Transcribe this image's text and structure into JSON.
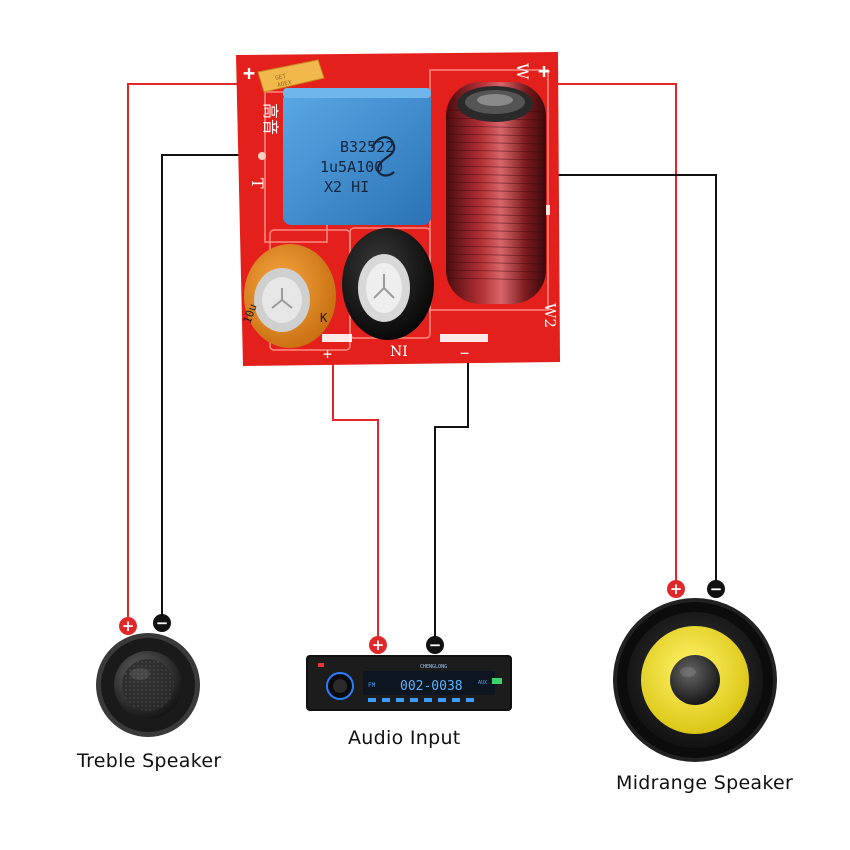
{
  "labels": {
    "treble": "Treble Speaker",
    "audio": "Audio Input",
    "midrange": "Midrange Speaker"
  },
  "board": {
    "cap_line1": "B32522",
    "cap_line2": "1u5A100",
    "cap_line3": "X2  HI",
    "small_cap_line1": "GET",
    "small_cap_line2": "AOEX",
    "treble_cn": "高音",
    "treble_t": "T",
    "in_label": "NI",
    "w_label": "W",
    "w2_label": "W2",
    "plus": "+",
    "minus": "−",
    "elec_cap_text": "10u",
    "elec_cap_k": "K"
  },
  "radio": {
    "time": "002-0038",
    "brand": "CHENGLONG",
    "band": "FM",
    "source": "AUX"
  },
  "polarity": {
    "positive": "+",
    "negative": "−"
  },
  "colors": {
    "pcb": "#e3201c",
    "wire_red": "#e0282a",
    "wire_black": "#111111",
    "cap_blue": "#3f8fd0",
    "woofer_cone": "#f0e21a",
    "coil": "#8a1f22"
  }
}
